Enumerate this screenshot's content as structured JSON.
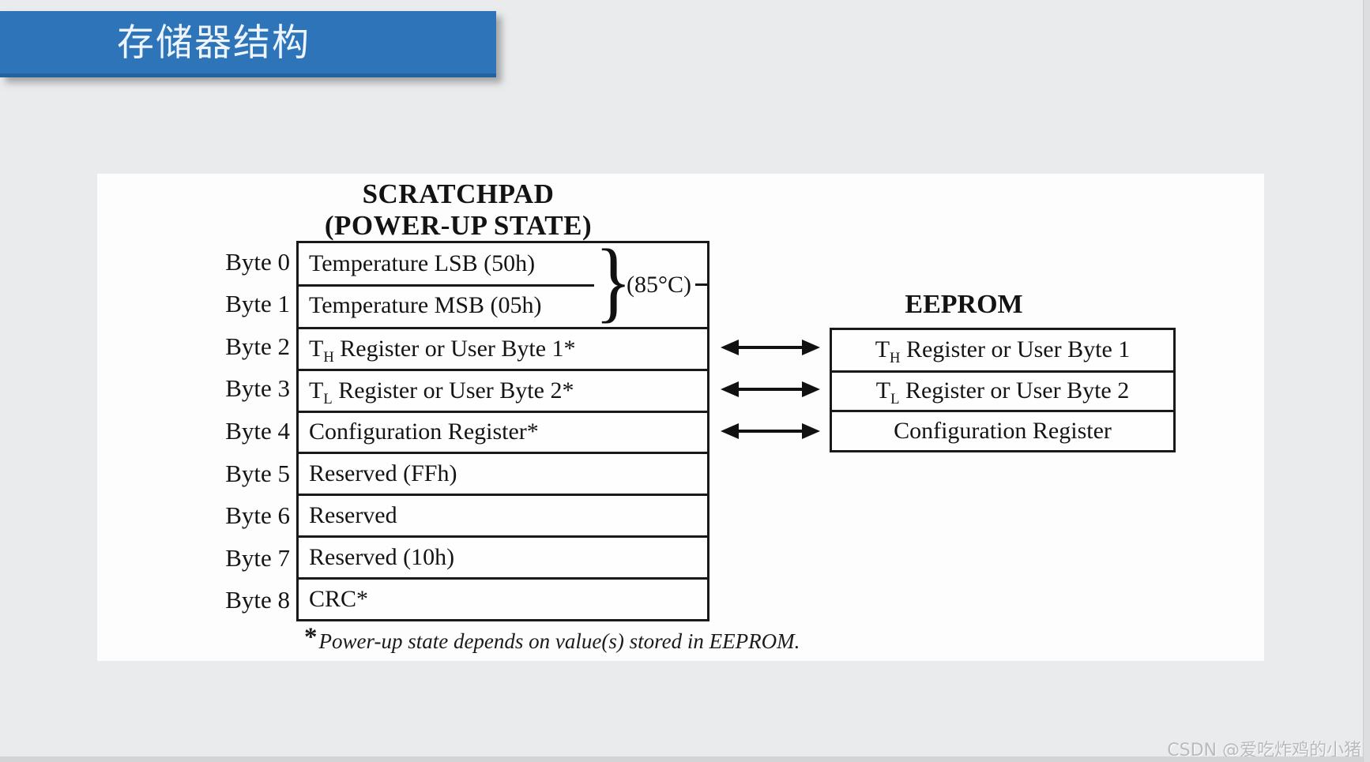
{
  "banner": {
    "title": "存储器结构",
    "color": "#2e74b8"
  },
  "diagram": {
    "scratchpad": {
      "title_line1": "SCRATCHPAD",
      "title_line2": "(POWER-UP STATE)",
      "rows": [
        {
          "byte": "Byte 0",
          "label": "Temperature LSB (50h)"
        },
        {
          "byte": "Byte 1",
          "label": "Temperature MSB (05h)"
        },
        {
          "byte": "Byte 2",
          "label": "T~H~ Register or User Byte 1*"
        },
        {
          "byte": "Byte 3",
          "label": "T~L~ Register or User Byte 2*"
        },
        {
          "byte": "Byte 4",
          "label": "Configuration Register*"
        },
        {
          "byte": "Byte 5",
          "label": "Reserved (FFh)"
        },
        {
          "byte": "Byte 6",
          "label": "Reserved"
        },
        {
          "byte": "Byte 7",
          "label": "Reserved (10h)"
        },
        {
          "byte": "Byte 8",
          "label": "CRC*"
        }
      ],
      "brace": "}",
      "temp_annotation": "(85°C)",
      "footnote_marker": "*",
      "footnote": "Power-up state depends on value(s) stored in EEPROM."
    },
    "eeprom": {
      "title": "EEPROM",
      "rows": [
        {
          "label": "T~H~ Register or User Byte 1"
        },
        {
          "label": "T~L~ Register or User Byte 2"
        },
        {
          "label": "Configuration Register"
        }
      ]
    }
  },
  "watermark": "CSDN @爱吃炸鸡的小猪"
}
